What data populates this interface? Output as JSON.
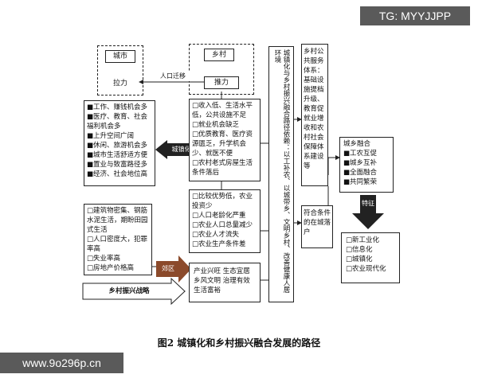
{
  "watermark_top": "TG: MYYJJPP",
  "watermark_bottom": "www.9o296p.cn",
  "city": {
    "title": "城市",
    "pull": "拉力"
  },
  "rural": {
    "title": "乡村",
    "push": "推力"
  },
  "migration_label": "人口迁移",
  "city_attractions": [
    "■工作、赚钱机会多",
    "■医疗、教育、社会福利机会多",
    "■上升空间广阔",
    "■休闲、旅游机会多",
    "■城市生活舒适方便",
    "■置业与致富路径多",
    "■经济、社会地位高"
  ],
  "urbanization_label": "城镇化",
  "rural_push_factors": [
    "□收入低、生活水平低，公共设施不足",
    "□就业机会缺乏",
    "□优质教育、医疗资源匮乏，升学机会少、就医不便",
    "□农村老式房屋生活条件落后"
  ],
  "rural_disadvantages": [
    "□比较优势低，农业投资少",
    "□人口老龄化严重",
    "□农业人口总量减少",
    "□农业人才流失",
    "□农业生产条件差"
  ],
  "city_problems": [
    "□建筑物密集、钢筋水泥生活，期盼田园式生活",
    "□人口密度大，犯罪率高",
    "□失业率高",
    "□房地产价格高"
  ],
  "suburb_label": "郊区",
  "rural_revitalization": {
    "line1": "产业兴旺  生态宜居",
    "line2": "乡风文明  治理有效",
    "line3": "生活富裕"
  },
  "strategy_label": "乡村振兴战略",
  "center_vertical": "城镇化与乡村振兴融合路径依赖：以工补农、以城带乡、文明乡村、改善健康人居环境",
  "public_services": "乡村公共服务体系：基础设施提档升级、教育促就业增收和农村社会保障体系建设等",
  "conditions": "符合条件的在城落户",
  "integration": {
    "title": "城乡融合",
    "items": [
      "■工农互促",
      "■城乡互补",
      "■全面融合",
      "■共同繁荣"
    ]
  },
  "feature_label": "特征",
  "modernization": [
    "□新工业化",
    "□信息化",
    "□城镇化",
    "□农业现代化"
  ],
  "caption": "图2  城镇化和乡村振兴融合发展的路径"
}
